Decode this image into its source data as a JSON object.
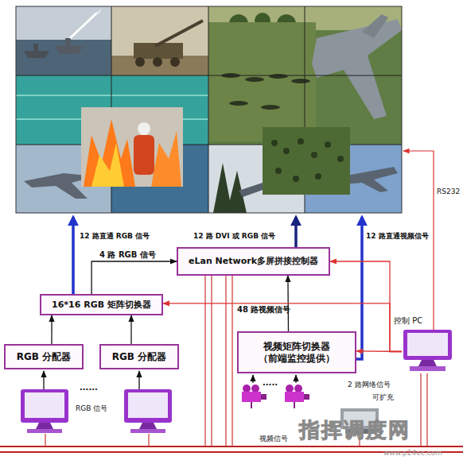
{
  "diagram": {
    "nodes": [
      {
        "text": [
          "eLan Network多屏拼接控制器"
        ]
      },
      {
        "text": [
          "16*16 RGB 矩阵切换器"
        ]
      },
      {
        "text": [
          "RGB 分配器"
        ]
      },
      {
        "text": [
          "RGB 分配器"
        ]
      },
      {
        "text": [
          "视频矩阵切换器 （前端监控提供）"
        ]
      },
      {
        "text": [
          "控制 PC"
        ]
      }
    ],
    "edges": [
      {
        "from": 2,
        "to": 1,
        "arrow": "to"
      },
      {
        "from": 3,
        "to": 1,
        "arrow": "to"
      },
      {
        "from": 1,
        "to": 0,
        "label": "4 路 RGB 信号",
        "arrow": "to"
      },
      {
        "from": 4,
        "to": 0,
        "label": "48 路视频信号",
        "arrow": "to"
      },
      {
        "from": 5,
        "to": 1,
        "arrow": "to"
      },
      {
        "from": 5,
        "to": 0,
        "arrow": "to"
      },
      {
        "from": 5,
        "to": 4,
        "arrow": "to"
      }
    ],
    "labels": [
      "12 路直通 RGB 信号",
      "12 路 DVI 或 RGB 信号",
      "12 路直通视频信号",
      "RS232",
      "......",
      "RGB 信号",
      ".....",
      "视频信号",
      "2 路网络信号",
      "可扩充",
      "指挥调度网",
      "www.p24ec.com"
    ]
  }
}
